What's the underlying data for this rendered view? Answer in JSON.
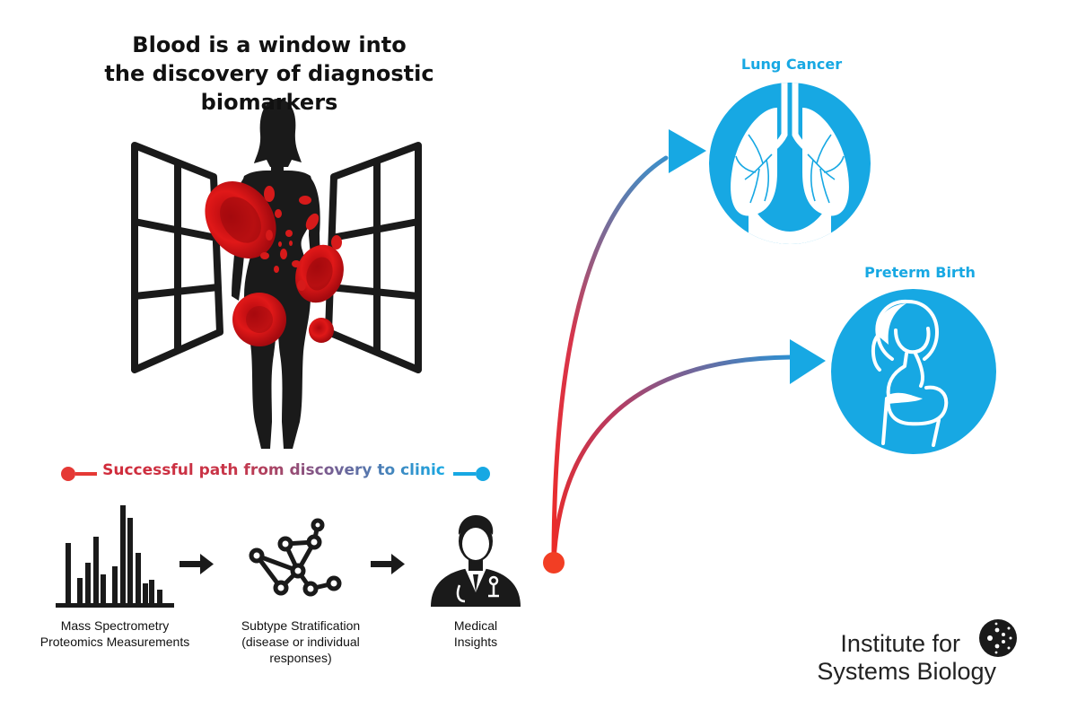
{
  "title": {
    "line1": "Blood is a window into",
    "line2": "the discovery of diagnostic biomarkers"
  },
  "path_banner": {
    "text": "Successful path from discovery to clinic",
    "start_color": "#e53935",
    "end_color": "#17a8e3"
  },
  "pipeline": [
    {
      "icon": "bar-chart-icon",
      "caption": [
        "Mass Spectrometry",
        "Proteomics Measurements"
      ]
    },
    {
      "icon": "network-graph-icon",
      "caption": [
        "Subtype Stratification",
        "(disease or individual",
        "responses)"
      ]
    },
    {
      "icon": "doctor-icon",
      "caption": [
        "Medical",
        "Insights"
      ]
    }
  ],
  "outcomes": [
    {
      "label": "Lung Cancer",
      "icon": "lungs-icon"
    },
    {
      "label": "Preterm Birth",
      "icon": "pregnant-woman-icon"
    }
  ],
  "colors": {
    "accent_blue": "#17a8e3",
    "blood_red": "#d62728",
    "arrow_dark": "#222222"
  },
  "logo": {
    "line1": "Institute for",
    "line2": "Systems Biology",
    "icon": "dotted-circle-logo-icon"
  }
}
